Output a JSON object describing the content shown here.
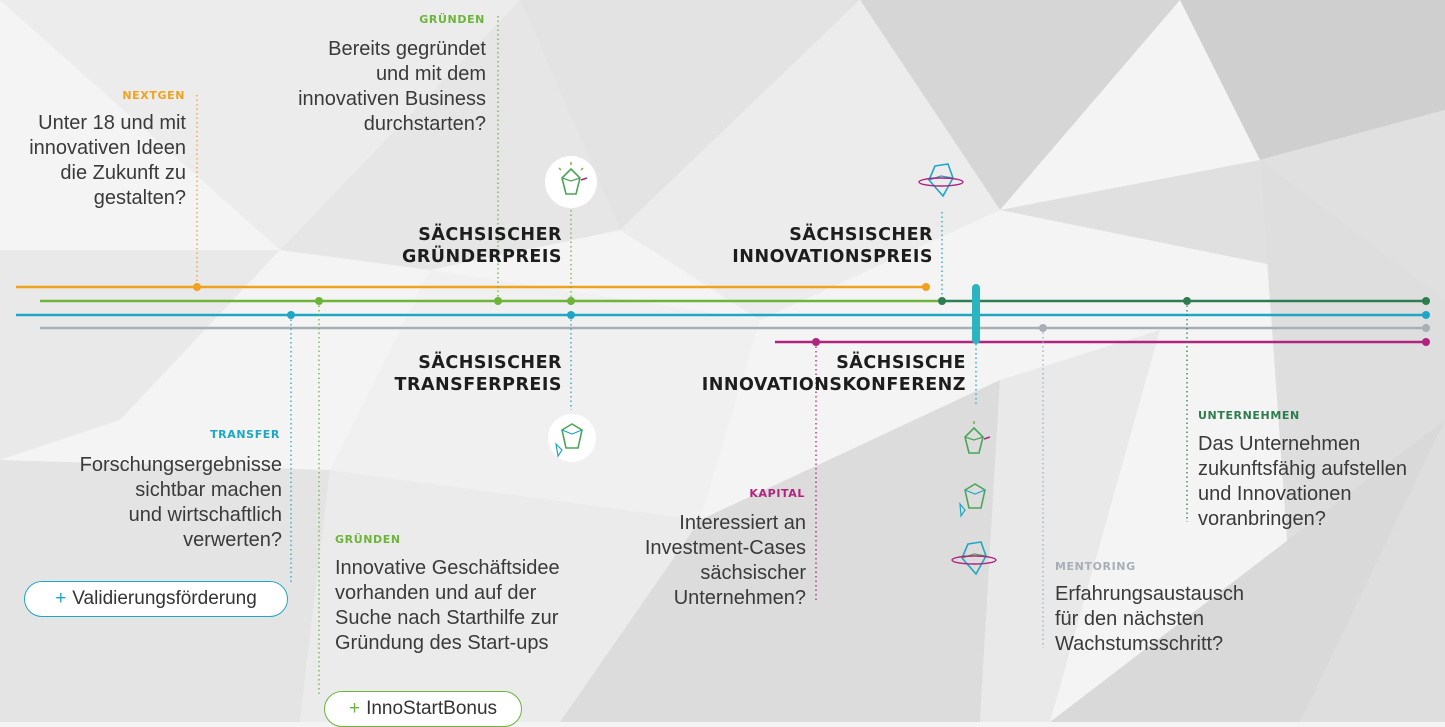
{
  "colors": {
    "orange": "#f0a21c",
    "green": "#6db43b",
    "teal": "#1ea7c4",
    "gray": "#a6aeb6",
    "magenta": "#b0237f",
    "dark_green": "#2e7d50",
    "text": "#333333"
  },
  "top_left": {
    "tag": "NEXTGEN",
    "lines": [
      "Unter 18 und mit",
      "innovativen Ideen",
      "die Zukunft zu",
      "gestalten?"
    ]
  },
  "top_mid": {
    "tag": "GRÜNDEN",
    "lines": [
      "Bereits gegründet",
      "und mit dem",
      "innovativen Business",
      "durchstarten?"
    ]
  },
  "prizes": {
    "gruenderpreis": [
      "SÄCHSISCHER",
      "GRÜNDERPREIS"
    ],
    "innovationspreis": [
      "SÄCHSISCHER",
      "INNOVATIONSPREIS"
    ],
    "transferpreis": [
      "SÄCHSISCHER",
      "TRANSFERPREIS"
    ],
    "innovationskonferenz": [
      "SÄCHSISCHE",
      "INNOVATIONSKONFERENZ"
    ]
  },
  "transfer": {
    "tag": "TRANSFER",
    "lines": [
      "Forschungsergebnisse",
      "sichtbar machen",
      "und wirtschaftlich",
      "verwerten?"
    ],
    "button": "Validierungsförderung"
  },
  "gruenden": {
    "tag": "GRÜNDEN",
    "lines": [
      "Innovative Geschäftsidee",
      "vorhanden und auf der",
      "Suche nach Starthilfe zur",
      "Gründung des Start-ups"
    ],
    "button": "InnoStartBonus"
  },
  "kapital": {
    "tag": "KAPITAL",
    "lines": [
      "Interessiert an",
      "Investment-Cases",
      "sächsischer",
      "Unternehmen?"
    ]
  },
  "mentoring": {
    "tag": "MENTORING",
    "lines": [
      "Erfahrungsaustausch",
      "für den nächsten",
      "Wachstumsschritt?"
    ]
  },
  "unternehmen": {
    "tag": "UNTERNEHMEN",
    "lines": [
      "Das Unternehmen",
      "zukunftsfähig aufstellen",
      "und Innovationen",
      "voranbringen?"
    ]
  },
  "plus": "+",
  "icons": [
    "crystal-gruenderpreis-icon",
    "crystal-innovationspreis-icon",
    "crystal-transferpreis-icon",
    "crystal-konferenz-icon"
  ]
}
